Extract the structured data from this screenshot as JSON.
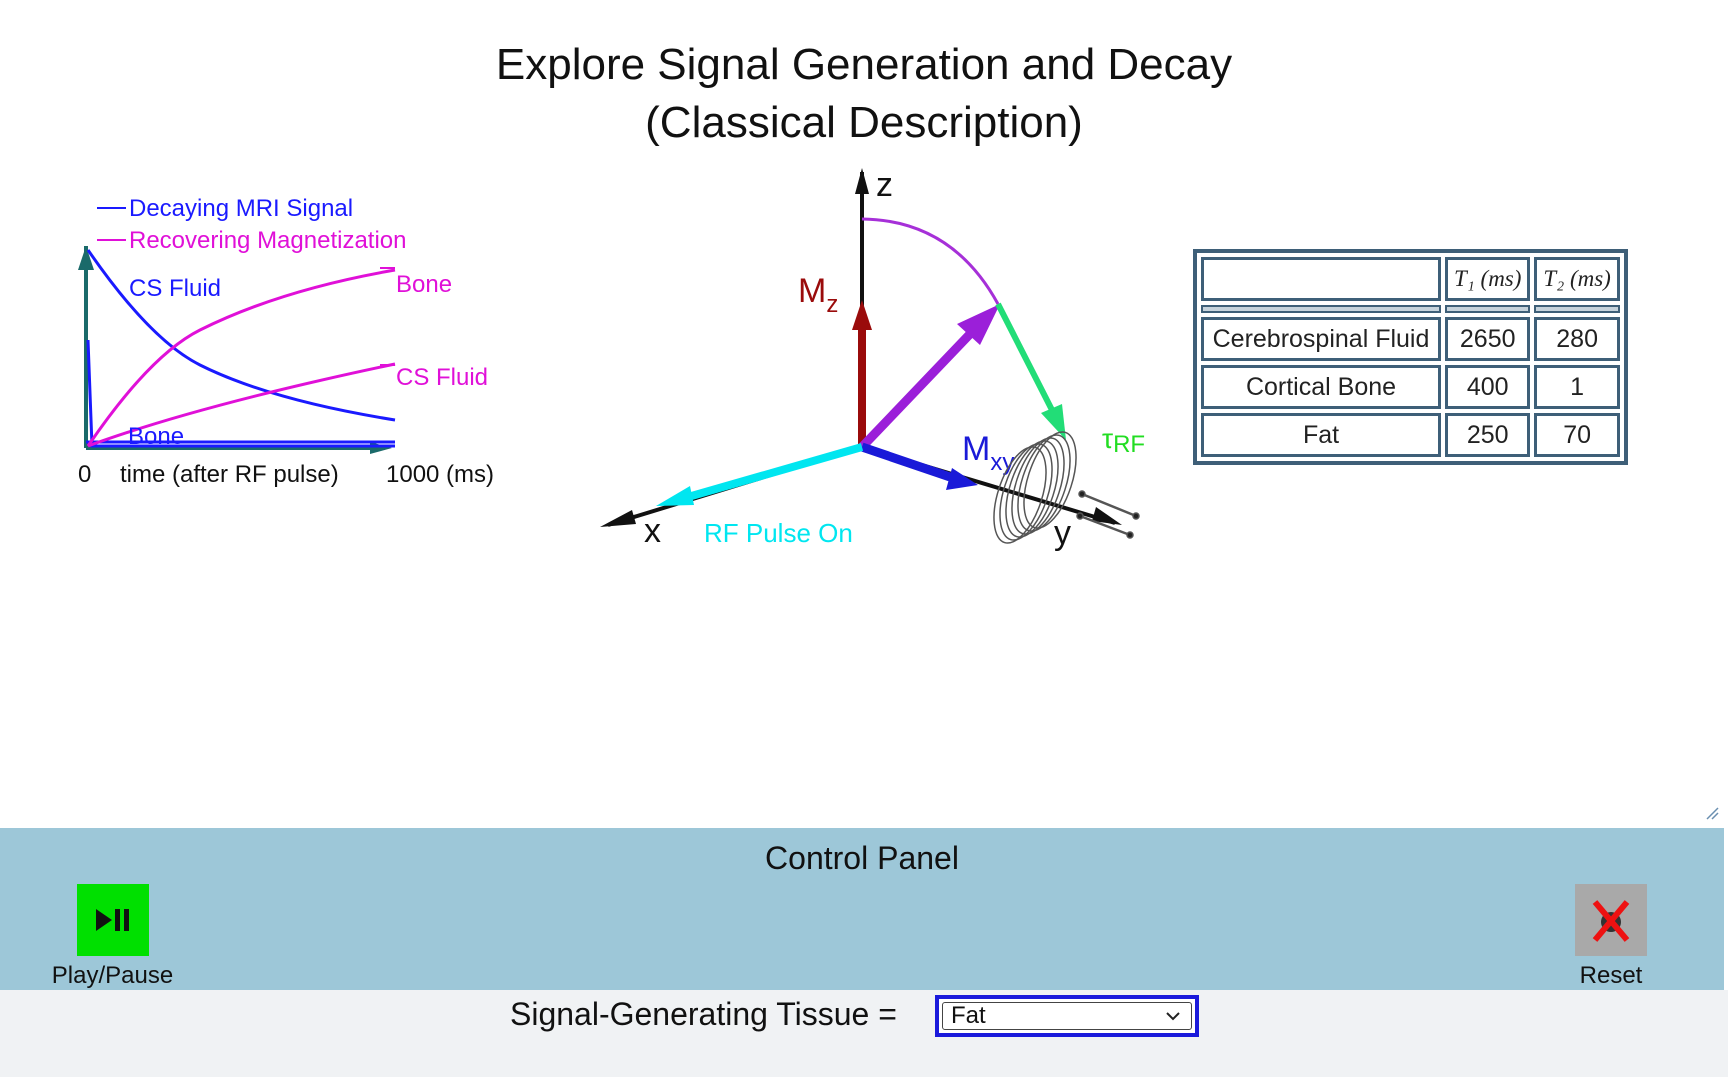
{
  "title": {
    "line1": "Explore Signal Generation and Decay",
    "line2": "(Classical Description)"
  },
  "graph": {
    "legend": [
      {
        "label": "Decaying MRI Signal",
        "color": "#1a1aff"
      },
      {
        "label": "Recovering Magnetization",
        "color": "#e010d8"
      }
    ],
    "curve_labels": {
      "cs_fluid_decay": "CS Fluid",
      "bone_recovery": "Bone",
      "cs_fluid_recovery": "CS Fluid",
      "bone_decay": "Bone"
    },
    "x_min": "0",
    "x_label": "time (after RF pulse)",
    "x_max": "1000 (ms)"
  },
  "vector_diagram": {
    "z_axis": "z",
    "x_axis": "x",
    "y_axis": "y",
    "mz_main": "M",
    "mz_sub": "z",
    "mxy_main": "M",
    "mxy_sub": "xy",
    "rf_pulse": "RF Pulse On",
    "tau_main": "τ",
    "tau_sub": "RF",
    "colors": {
      "mz": "#9a0b0b",
      "mxy": "#1a1ad8",
      "m_vector": "#9b1fd9",
      "rf": "#00e6f0",
      "tau": "#22dd77"
    }
  },
  "table": {
    "header_t1": "T₁ (ms)",
    "header_t2": "T₂ (ms)",
    "rows": [
      {
        "tissue": "Cerebrospinal Fluid",
        "t1": "2650",
        "t2": "280"
      },
      {
        "tissue": "Cortical Bone",
        "t1": "400",
        "t2": "1"
      },
      {
        "tissue": "Fat",
        "t1": "250",
        "t2": "70"
      }
    ]
  },
  "control_panel": {
    "title": "Control Panel",
    "play_label": "Play/Pause",
    "reset_label": "Reset",
    "background": "#9dc7d8"
  },
  "tissue_selector": {
    "label": "Signal-Generating Tissue =",
    "selected": "Fat"
  }
}
